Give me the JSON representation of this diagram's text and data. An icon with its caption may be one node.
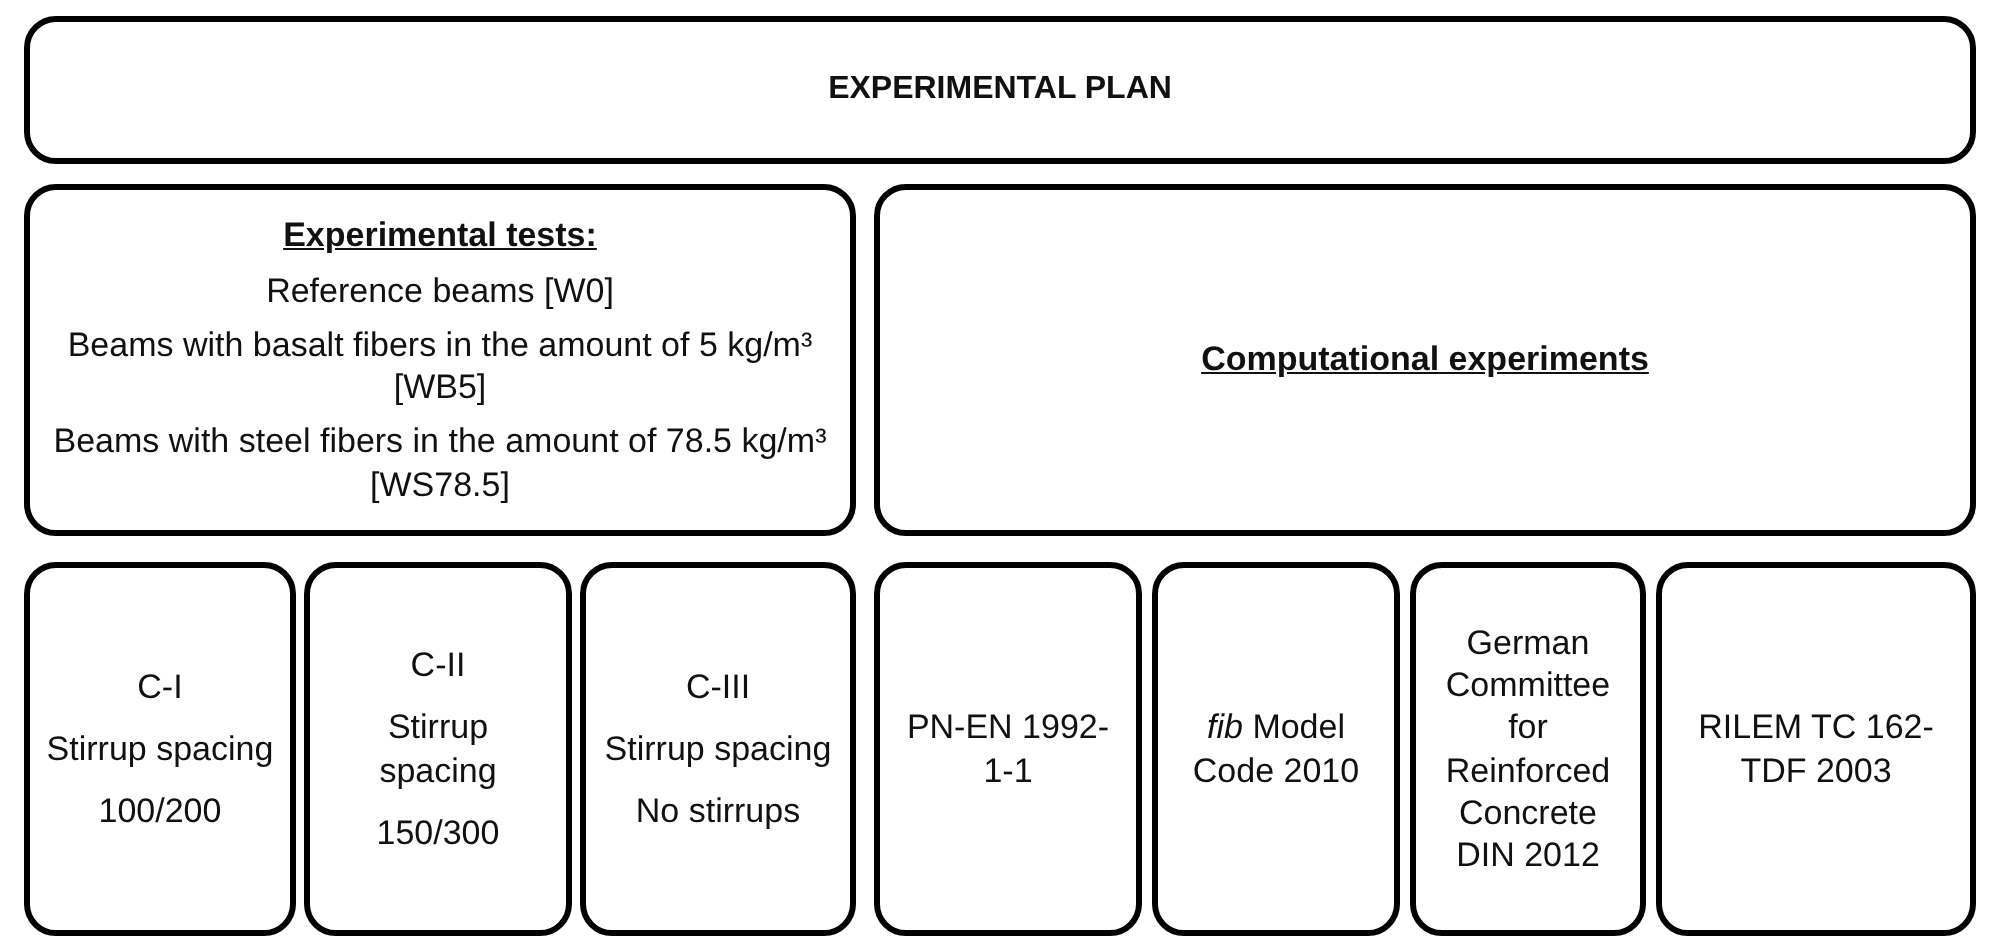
{
  "diagram": {
    "nodes": [
      {
        "text": [
          "EXPERIMENTAL PLAN"
        ]
      },
      {
        "text": [
          "Experimental tests:",
          "Reference beams [W0]",
          "Beams with basalt fibers in the amount of 5 kg/m³ [WB5]",
          "Beams with steel fibers in the amount of 78.5 kg/m³ [WS78.5]"
        ]
      },
      {
        "text": [
          "Computational experiments"
        ]
      },
      {
        "text": [
          "C-I",
          "Stirrup spacing",
          "100/200"
        ]
      },
      {
        "text": [
          "C-II",
          "Stirrup spacing",
          "150/300"
        ]
      },
      {
        "text": [
          "C-III",
          "Stirrup spacing",
          "No stirrups"
        ]
      },
      {
        "text": [
          "PN-EN 1992-1-1"
        ]
      },
      {
        "text": [
          "*fib* Model Code 2010"
        ]
      },
      {
        "text": [
          "German Committee for Reinforced Concrete DIN 2012"
        ]
      },
      {
        "text": [
          "RILEM TC 162-TDF 2003"
        ]
      }
    ]
  }
}
